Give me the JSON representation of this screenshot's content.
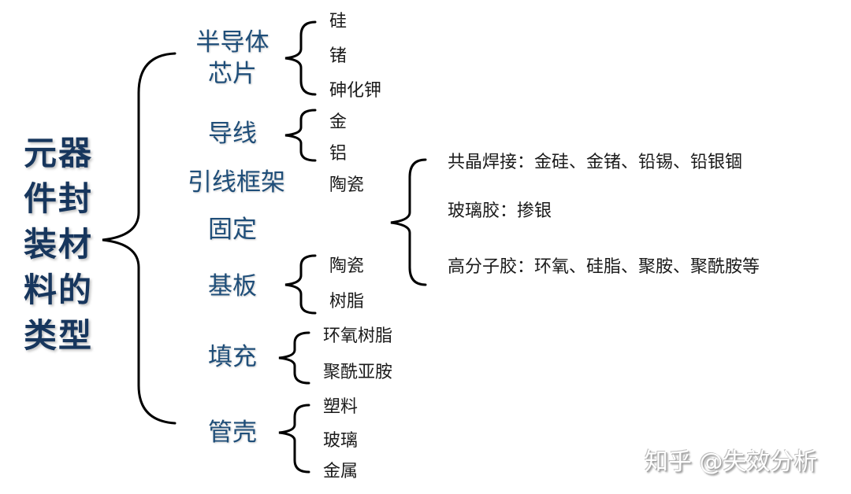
{
  "root": {
    "line1": "元器",
    "line2": "件封",
    "line3": "装材",
    "line4": "料的",
    "line5": "类型"
  },
  "categories": [
    {
      "label_line1": "半导体",
      "label_line2": "芯片",
      "items": [
        "硅",
        "锗",
        "砷化钾"
      ]
    },
    {
      "label": "导线",
      "items": [
        "金",
        "铝"
      ]
    },
    {
      "label": "引线框架",
      "items": [
        "陶瓷"
      ]
    },
    {
      "label": "固定",
      "details": [
        "共晶焊接：金硅、金锗、铅锡、铅银锢",
        "玻璃胶：掺银",
        "高分子胶：环氧、硅脂、聚胺、聚酰胺等"
      ]
    },
    {
      "label": "基板",
      "items": [
        "陶瓷",
        "树脂"
      ]
    },
    {
      "label": "填充",
      "items": [
        "环氧树脂",
        "聚酰亚胺"
      ]
    },
    {
      "label": "管壳",
      "items": [
        "塑料",
        "玻璃",
        "金属"
      ]
    }
  ],
  "watermark": "知乎 @失效分析",
  "colors": {
    "root": "#17365d",
    "category": "#1f4e79",
    "leaf": "#1a1a1a",
    "brace": "#000000"
  }
}
